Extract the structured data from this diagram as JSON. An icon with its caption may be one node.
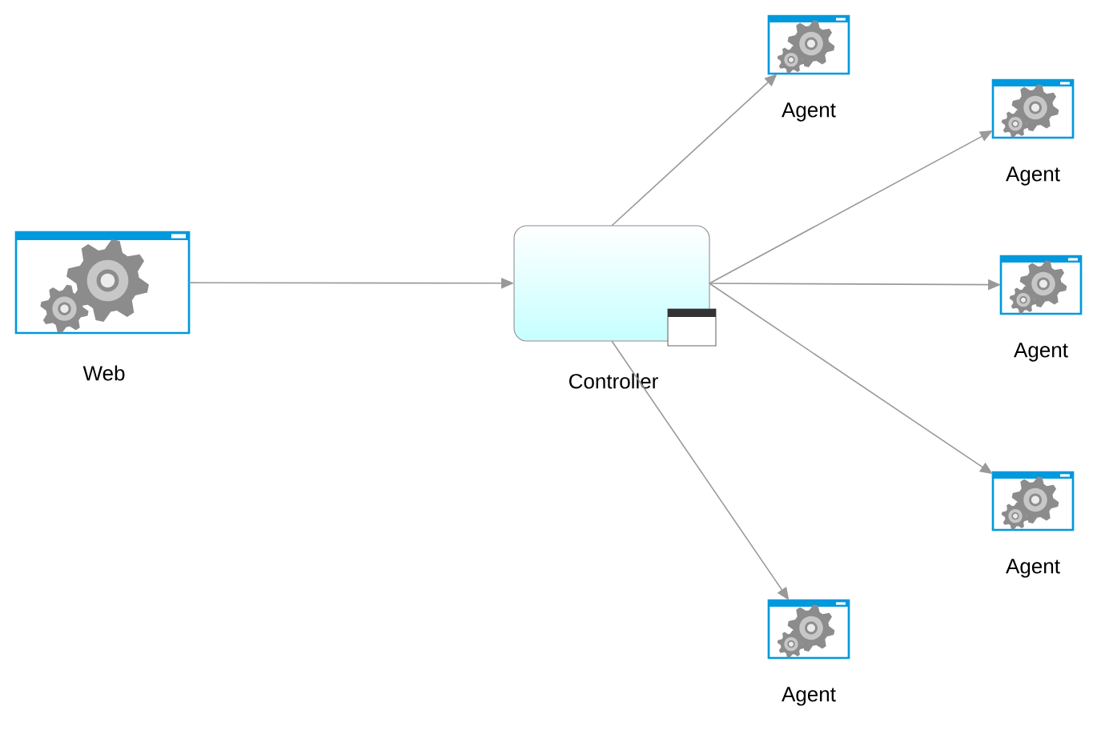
{
  "diagram": {
    "nodes": [
      {
        "text": [
          "Web"
        ]
      },
      {
        "text": [
          "Controller"
        ]
      },
      {
        "text": [
          "Agent"
        ]
      },
      {
        "text": [
          "Agent"
        ]
      },
      {
        "text": [
          "Agent"
        ]
      },
      {
        "text": [
          "Agent"
        ]
      },
      {
        "text": [
          "Agent"
        ]
      }
    ],
    "edges": [
      {
        "from": 0,
        "to": 1,
        "arrow": "to"
      },
      {
        "from": 1,
        "to": 2,
        "arrow": "to"
      },
      {
        "from": 1,
        "to": 3,
        "arrow": "to"
      },
      {
        "from": 1,
        "to": 4,
        "arrow": "to"
      },
      {
        "from": 1,
        "to": 5,
        "arrow": "to"
      },
      {
        "from": 1,
        "to": 6,
        "arrow": "to"
      }
    ]
  }
}
